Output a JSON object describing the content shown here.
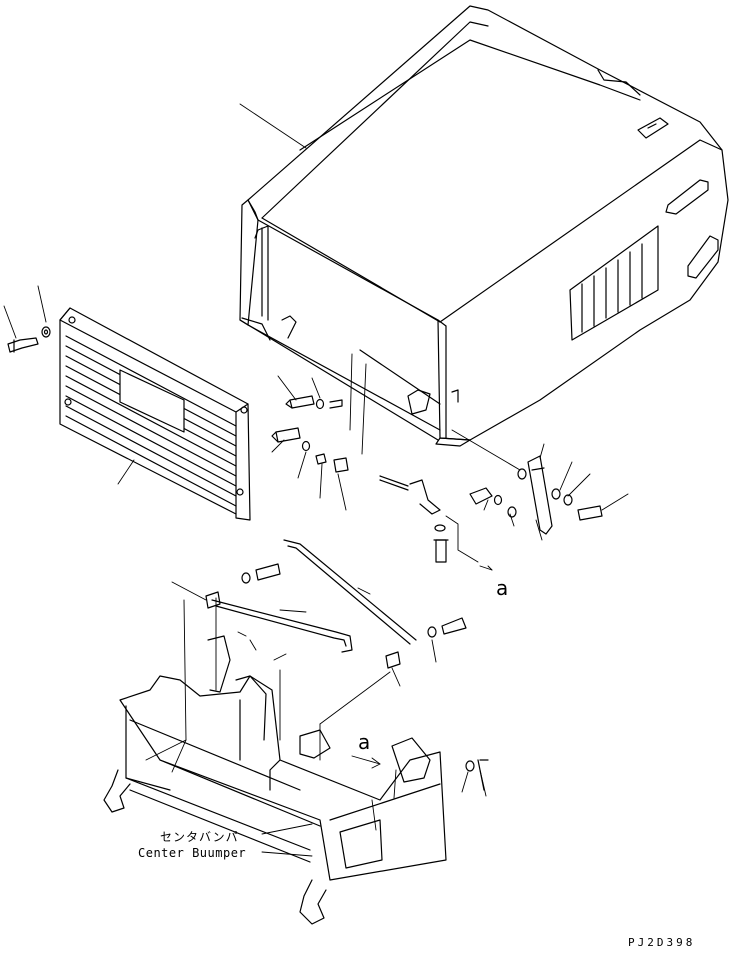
{
  "labels": {
    "ref_a_1": "a",
    "ref_a_2": "a",
    "caption_jp": "センタバンパ",
    "caption_en": "Center Buumper",
    "drawing_code": "PJ2D398"
  }
}
